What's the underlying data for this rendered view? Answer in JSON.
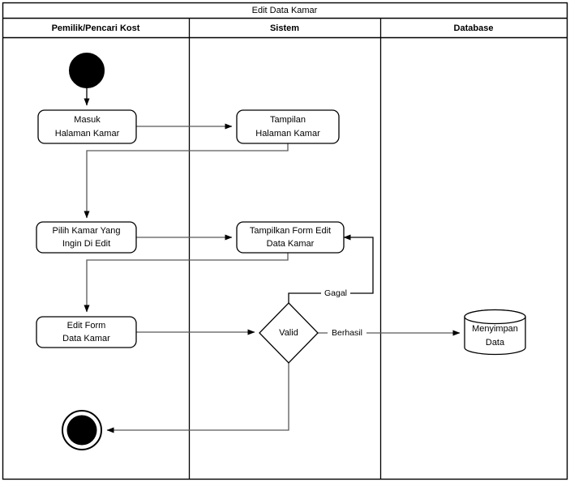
{
  "diagram": {
    "title": "Edit Data Kamar",
    "type": "uml-activity-diagram",
    "lanes": [
      {
        "id": "lane-actor",
        "label": "Pemilik/Pencari Kost"
      },
      {
        "id": "lane-system",
        "label": "Sistem"
      },
      {
        "id": "lane-database",
        "label": "Database"
      }
    ],
    "nodes": {
      "start": {
        "kind": "initial-node",
        "label": ""
      },
      "masuk_halaman_kamar": {
        "kind": "activity",
        "line1": "Masuk",
        "line2": "Halaman Kamar"
      },
      "tampilan_halaman_kamar": {
        "kind": "activity",
        "line1": "Tampilan",
        "line2": "Halaman Kamar"
      },
      "pilih_kamar": {
        "kind": "activity",
        "line1": "Pilih Kamar Yang",
        "line2": "Ingin Di Edit"
      },
      "tampilkan_form_edit": {
        "kind": "activity",
        "line1": "Tampilkan Form Edit",
        "line2": "Data Kamar"
      },
      "edit_form": {
        "kind": "activity",
        "line1": "Edit Form",
        "line2": "Data Kamar"
      },
      "decision_valid": {
        "kind": "decision",
        "label": "Valid"
      },
      "menyimpan_data": {
        "kind": "datastore",
        "line1": "Menyimpan",
        "line2": "Data"
      },
      "end": {
        "kind": "final-node",
        "label": ""
      }
    },
    "edge_labels": {
      "gagal": "Gagal",
      "berhasil": "Berhasil"
    },
    "colors": {
      "stroke": "#000000",
      "connector": "#595959",
      "background": "#ffffff"
    }
  }
}
